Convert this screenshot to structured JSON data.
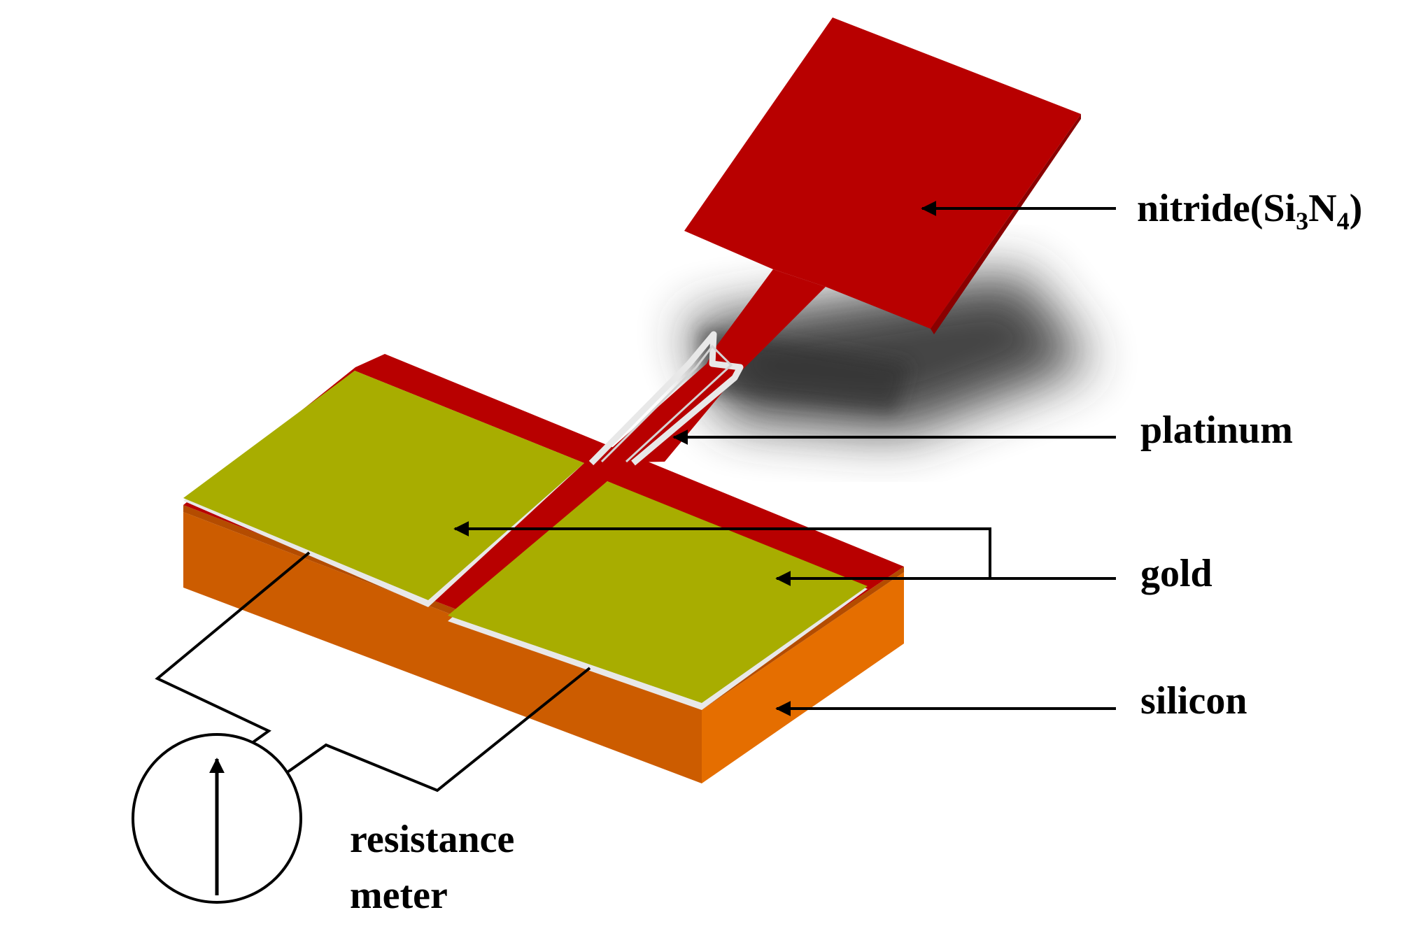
{
  "labels": {
    "nitride_prefix": "nitride(Si",
    "nitride_sub1": "3",
    "nitride_mid": "N",
    "nitride_sub2": "4",
    "nitride_suffix": ")",
    "platinum": "platinum",
    "gold": "gold",
    "silicon": "silicon",
    "meter_line1": "resistance",
    "meter_line2": "meter"
  },
  "colors": {
    "nitride": "#B80000",
    "gold": "#A8AD00",
    "silicon_top": "#CC5C00",
    "silicon_side": "#E56E00",
    "platinum": "#E8E8E8",
    "shadow": "#3a3a3a",
    "line": "#000000"
  }
}
